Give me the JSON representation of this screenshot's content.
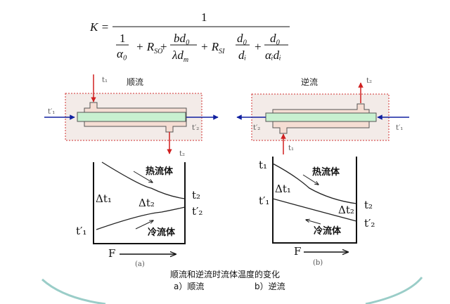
{
  "formula": {
    "lhs": "K =",
    "numerator": "1",
    "terms": [
      {
        "num": "1",
        "den": "α₀"
      },
      {
        "text": "+ R",
        "sub": "SO"
      },
      {
        "num": "bd₀",
        "den": "λd",
        "den_sub": "m"
      },
      {
        "text": "+ R",
        "sub": "SI"
      },
      {
        "num": "d₀",
        "den": "dᵢ"
      },
      {
        "num": "d₀",
        "den": "αᵢdᵢ"
      }
    ],
    "plus": "+"
  },
  "cocurrent": {
    "title": "顺流",
    "t1": "t₁",
    "t1p": "t′₁",
    "t2": "t₂",
    "t2p": "t′₂"
  },
  "countercurrent": {
    "title": "逆流",
    "t1": "t₁",
    "t1p": "t′₁",
    "t2": "t₂",
    "t2p": "t′₂"
  },
  "graph_a": {
    "hot": "热流体",
    "cold": "冷流体",
    "dt1": "Δt₁",
    "dt2": "Δt₂",
    "t2": "t₂",
    "t2p": "t′₂",
    "t1p": "t′₁",
    "x_axis": "F",
    "tag": "(a)"
  },
  "graph_b": {
    "hot": "热流体",
    "cold": "冷流体",
    "dt1": "Δt₁",
    "dt2": "Δt₂",
    "t1": "t₁",
    "t1p": "t′₁",
    "t2": "t₂",
    "t2p": "t′₂",
    "x_axis": "F",
    "tag": "(b)"
  },
  "caption": {
    "title": "顺流和逆流时流体温度的变化",
    "a": "a）顺流",
    "b": "b）逆流"
  },
  "colors": {
    "shell": "#f5ddd3",
    "tube": "#c8f0d0",
    "hot_arrow": "#d02020",
    "cold_arrow": "#1020a0",
    "box": "#d03030",
    "accent": "#6fb8b0"
  }
}
